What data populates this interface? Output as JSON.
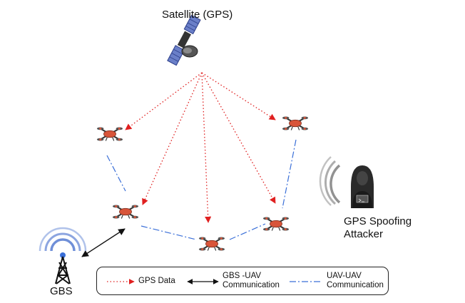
{
  "labels": {
    "satellite": "Satellite (GPS)",
    "attacker_line1": "GPS Spoofing",
    "attacker_line2": "Attacker",
    "gbs": "GBS"
  },
  "legend": {
    "gps_data": "GPS Data",
    "gbs_uav_line1": "GBS -UAV",
    "gbs_uav_line2": "Communication",
    "uav_uav_line1": "UAV-UAV",
    "uav_uav_line2": "Communication"
  },
  "colors": {
    "gps_data_line": "#e02020",
    "uav_uav_line": "#3a6fd8",
    "gbs_uav_line": "#111111",
    "drone_body": "#d8553a",
    "signal_waves": "#6f8fd8",
    "attacker_waves": "#777777",
    "satellite_panel": "#6a7fc8"
  },
  "icons": [
    "satellite-icon",
    "drone-icon",
    "tower-icon",
    "hacker-icon",
    "signal-wave-icon"
  ]
}
